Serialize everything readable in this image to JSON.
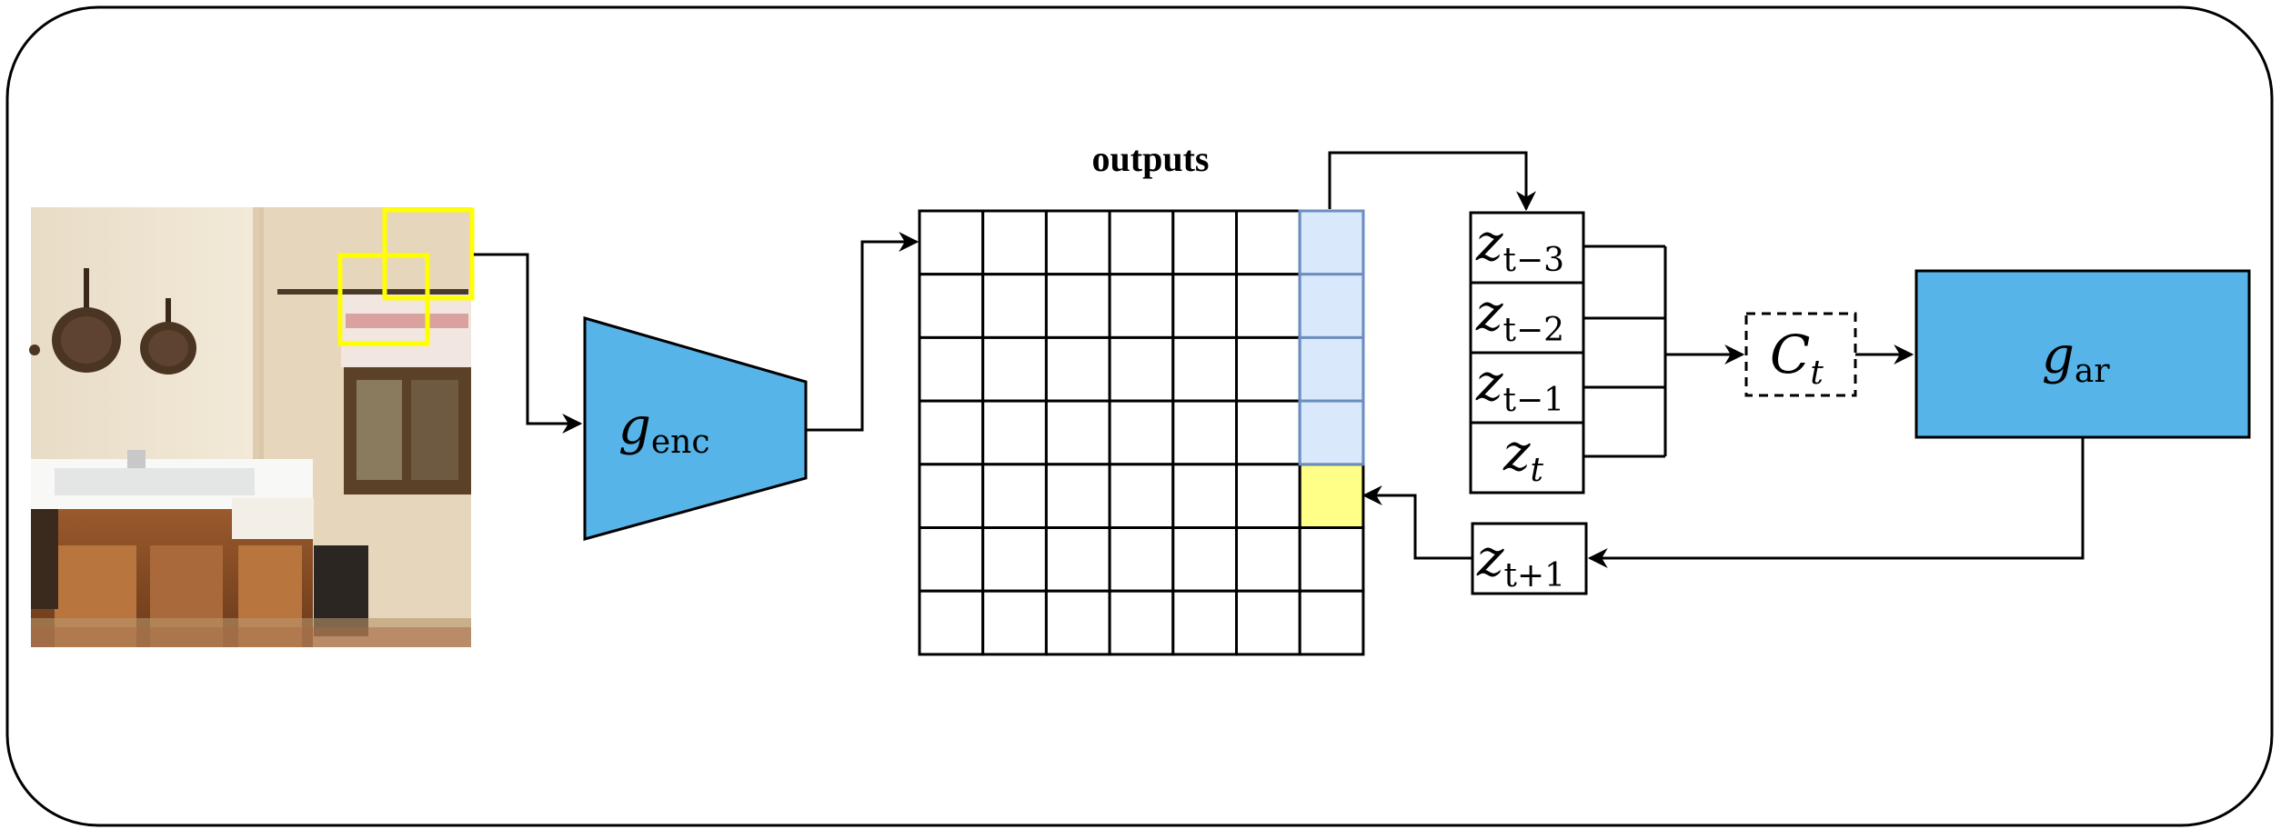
{
  "diagram": {
    "outputs_title": "outputs",
    "encoder": {
      "symbol": "g",
      "subscript": "enc",
      "fill": "#56b4e9"
    },
    "autoregressive": {
      "symbol": "g",
      "subscript": "ar",
      "fill": "#56b4e9"
    },
    "context": {
      "symbol": "C",
      "subscript": "t"
    },
    "latents": [
      {
        "symbol": "z",
        "subscript": "t−3"
      },
      {
        "symbol": "z",
        "subscript": "t−2"
      },
      {
        "symbol": "z",
        "subscript": "t−1"
      },
      {
        "symbol": "z",
        "subscript": "t"
      }
    ],
    "prediction": {
      "symbol": "z",
      "subscript": "t+1"
    },
    "grid": {
      "rows": 7,
      "cols": 7,
      "context_cells": {
        "col": 6,
        "rows": [
          0,
          1,
          2,
          3
        ],
        "fill": "#dae8fc",
        "stroke": "#6c8ebf"
      },
      "target_cell": {
        "col": 6,
        "row": 4,
        "fill": "#ffff88"
      }
    },
    "patch_outline_color": "#ffff00",
    "kitchen_image": "kitchen-photo"
  }
}
